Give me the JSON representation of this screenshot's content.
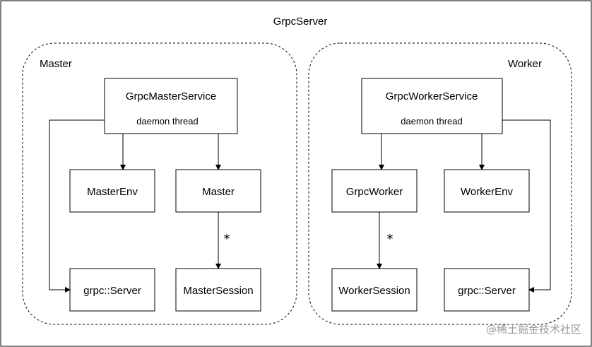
{
  "title": "GrpcServer",
  "master": {
    "label": "Master",
    "service": {
      "name": "GrpcMasterService",
      "thread": "daemon thread"
    },
    "env": "MasterEnv",
    "master": "Master",
    "server": "grpc::Server",
    "session": "MasterSession",
    "multiplicity": "*"
  },
  "worker": {
    "label": "Worker",
    "service": {
      "name": "GrpcWorkerService",
      "thread": "daemon thread"
    },
    "grpc_worker": "GrpcWorker",
    "env": "WorkerEnv",
    "session": "WorkerSession",
    "server": "grpc::Server",
    "multiplicity": "*"
  },
  "watermark": "@稀土掘金技术社区"
}
